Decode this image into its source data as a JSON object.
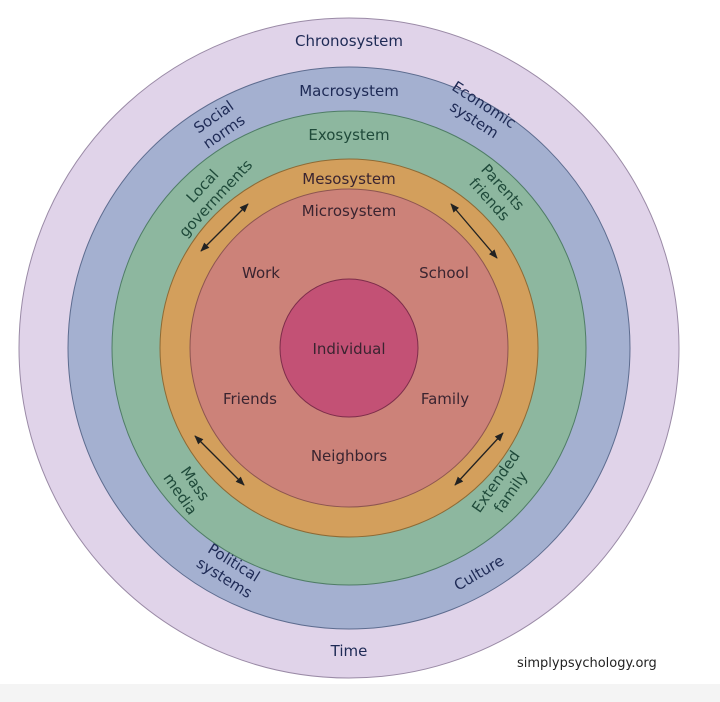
{
  "colors": {
    "chronosystem": "#e0d3e9",
    "macrosystem": "#a4b0d0",
    "exosystem": "#8db79f",
    "mesosystem": "#d39f5c",
    "microsystem": "#cc8279",
    "individual": "#c35175"
  },
  "layers": {
    "chronosystem": "Chronosystem",
    "macrosystem": "Macrosystem",
    "exosystem": "Exosystem",
    "mesosystem": "Mesosystem",
    "microsystem": "Microsystem",
    "individual": "Individual"
  },
  "chrono_items": {
    "time": "Time"
  },
  "macro_items": {
    "social_norms": [
      "Social",
      "norms"
    ],
    "economic_system": [
      "Economic",
      "system"
    ],
    "political_systems": [
      "Political",
      "systems"
    ],
    "culture": "Culture"
  },
  "exo_items": {
    "local_governments": [
      "Local",
      "governments"
    ],
    "parents_friends": [
      "Parents",
      "friends"
    ],
    "mass_media": [
      "Mass",
      "media"
    ],
    "extended_family": [
      "Extended",
      "family"
    ]
  },
  "micro_items": {
    "work": "Work",
    "school": "School",
    "friends": "Friends",
    "family": "Family",
    "neighbors": "Neighbors"
  },
  "credit": "simplypsychology.org"
}
